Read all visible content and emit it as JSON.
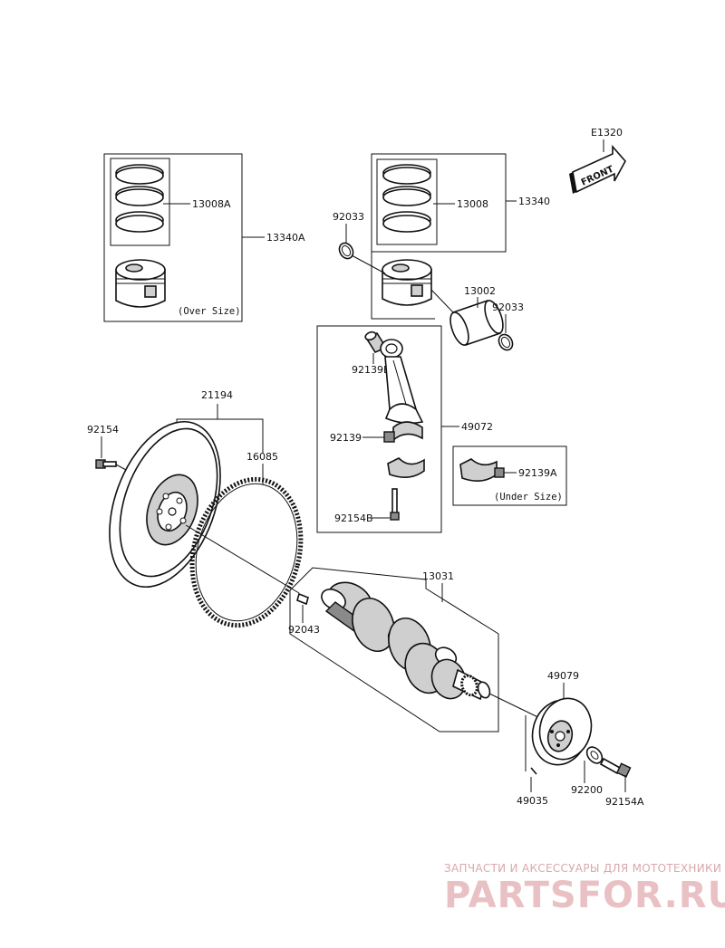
{
  "diagram": {
    "ref_code": "E1320",
    "front_label": "FRONT",
    "labels": {
      "p13008A": "13008A",
      "p13340A": "13340A",
      "oversize": "(Over Size)",
      "p92033_left": "92033",
      "p13008": "13008",
      "p13340": "13340",
      "p13002": "13002",
      "p92033_right": "92033",
      "p92139B": "92139B",
      "p92139": "92139",
      "p49072": "49072",
      "p92154B": "92154B",
      "p92139A": "92139A",
      "undersize": "(Under Size)",
      "p21194": "21194",
      "p92154": "92154",
      "p16085": "16085",
      "p13031": "13031",
      "p92043": "92043",
      "p49079": "49079",
      "p92200": "92200",
      "p49035": "49035",
      "p92154A": "92154A"
    }
  },
  "watermark": {
    "tagline": "ЗАПЧАСТИ И АКСЕССУАРЫ ДЛЯ МОТОТЕХНИКИ",
    "site": "PARTSFOR.RU",
    "color": "#e3b3b7"
  }
}
